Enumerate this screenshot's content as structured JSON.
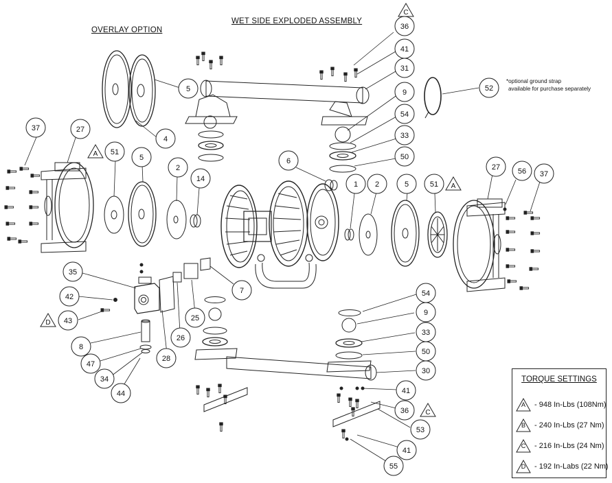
{
  "titles": {
    "overlay_option": "OVERLAY OPTION",
    "wet_side": "WET SIDE EXPLODED ASSEMBLY"
  },
  "note": {
    "line1": "*optional ground strap",
    "line2": "available for purchase separately"
  },
  "torque": {
    "title": "TORQUE SETTINGS",
    "rows": [
      {
        "letter": "A",
        "value": "- 948 In-Lbs (108Nm)"
      },
      {
        "letter": "B",
        "value": "- 240 In-Lbs (27 Nm)"
      },
      {
        "letter": "C",
        "value": "- 216 In-Lbs (24 Nm)"
      },
      {
        "letter": "D",
        "value": "- 192 In-Labs (22 Nm)"
      }
    ]
  },
  "callouts": [
    {
      "n": "5"
    },
    {
      "n": "4"
    },
    {
      "n": "36"
    },
    {
      "n": "41"
    },
    {
      "n": "31"
    },
    {
      "n": "9"
    },
    {
      "n": "54"
    },
    {
      "n": "33"
    },
    {
      "n": "50"
    },
    {
      "n": "52"
    },
    {
      "n": "37"
    },
    {
      "n": "27"
    },
    {
      "n": "51"
    },
    {
      "n": "5"
    },
    {
      "n": "2"
    },
    {
      "n": "14"
    },
    {
      "n": "6"
    },
    {
      "n": "1"
    },
    {
      "n": "2"
    },
    {
      "n": "5"
    },
    {
      "n": "51"
    },
    {
      "n": "27"
    },
    {
      "n": "56"
    },
    {
      "n": "37"
    },
    {
      "n": "35"
    },
    {
      "n": "42"
    },
    {
      "n": "43"
    },
    {
      "n": "8"
    },
    {
      "n": "47"
    },
    {
      "n": "34"
    },
    {
      "n": "44"
    },
    {
      "n": "28"
    },
    {
      "n": "26"
    },
    {
      "n": "25"
    },
    {
      "n": "7"
    },
    {
      "n": "54"
    },
    {
      "n": "9"
    },
    {
      "n": "33"
    },
    {
      "n": "50"
    },
    {
      "n": "30"
    },
    {
      "n": "41"
    },
    {
      "n": "36"
    },
    {
      "n": "53"
    },
    {
      "n": "41"
    },
    {
      "n": "55"
    }
  ],
  "torque_flags": [
    {
      "letter": "C"
    },
    {
      "letter": "A"
    },
    {
      "letter": "A"
    },
    {
      "letter": "D"
    },
    {
      "letter": "C"
    }
  ]
}
